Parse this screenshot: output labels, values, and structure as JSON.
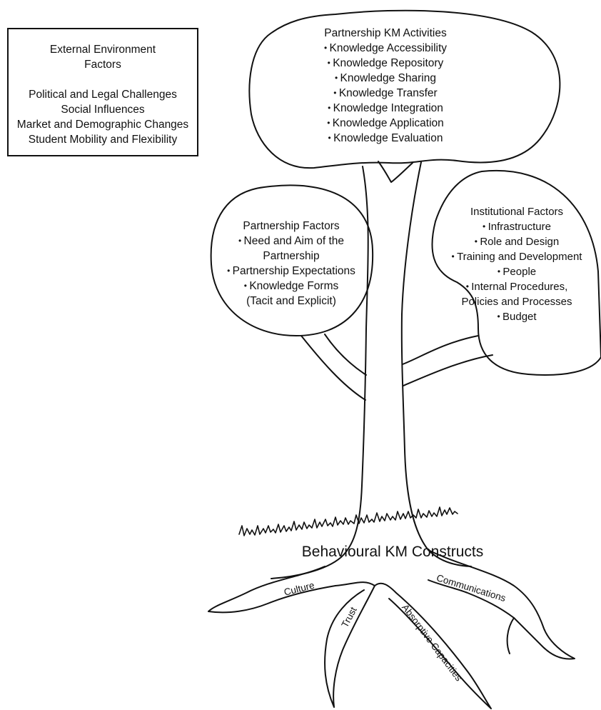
{
  "external": {
    "title": [
      "External Environment",
      "Factors"
    ],
    "items": [
      "Political and Legal Challenges",
      "Social Influences",
      "Market and Demographic Changes",
      "Student Mobility and Flexibility"
    ]
  },
  "km_activities": {
    "title": "Partnership KM Activities",
    "items": [
      "Knowledge Accessibility",
      "Knowledge Repository",
      "Knowledge Sharing",
      "Knowledge Transfer",
      "Knowledge Integration",
      "Knowledge Application",
      "Knowledge Evaluation"
    ]
  },
  "partnership_factors": {
    "title": "Partnership Factors",
    "items": [
      "Need and Aim of the",
      "Partnership",
      "Partnership Expectations",
      "Knowledge Forms",
      "(Tacit and Explicit)"
    ]
  },
  "institutional_factors": {
    "title": "Institutional Factors",
    "items": [
      "Infrastructure",
      "Role and Design",
      "Training and Development",
      "People",
      "Internal Procedures,",
      "Policies and Processes",
      "Budget"
    ]
  },
  "behavioural": {
    "title": "Behavioural KM Constructs",
    "roots": [
      "Culture",
      "Trust",
      "Absorptive Capacities",
      "Communications"
    ]
  }
}
